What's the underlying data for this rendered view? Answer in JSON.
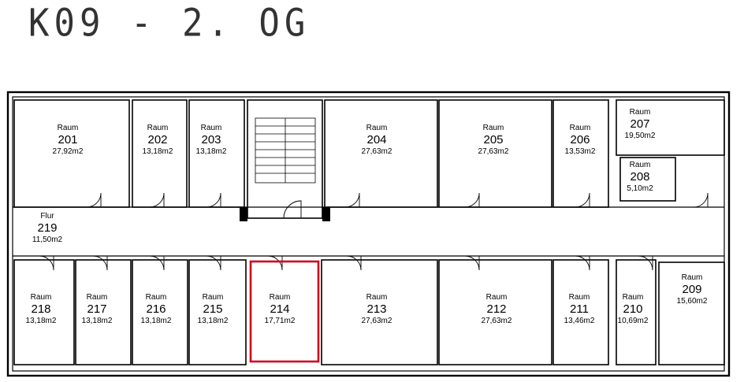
{
  "title": "K09 - 2. OG",
  "selected_room": "214",
  "highlight_color": "#d0021b",
  "rooms": [
    {
      "id": "201",
      "label": "Raum",
      "number": "201",
      "area": "27,92m2"
    },
    {
      "id": "202",
      "label": "Raum",
      "number": "202",
      "area": "13,18m2"
    },
    {
      "id": "203",
      "label": "Raum",
      "number": "203",
      "area": "13,18m2"
    },
    {
      "id": "204",
      "label": "Raum",
      "number": "204",
      "area": "27,63m2"
    },
    {
      "id": "205",
      "label": "Raum",
      "number": "205",
      "area": "27,63m2"
    },
    {
      "id": "206",
      "label": "Raum",
      "number": "206",
      "area": "13,53m2"
    },
    {
      "id": "207",
      "label": "Raum",
      "number": "207",
      "area": "19,50m2"
    },
    {
      "id": "208",
      "label": "Raum",
      "number": "208",
      "area": "5,10m2"
    },
    {
      "id": "219",
      "label": "Flur",
      "number": "219",
      "area": "11,50m2"
    },
    {
      "id": "218",
      "label": "Raum",
      "number": "218",
      "area": "13,18m2"
    },
    {
      "id": "217",
      "label": "Raum",
      "number": "217",
      "area": "13,18m2"
    },
    {
      "id": "216",
      "label": "Raum",
      "number": "216",
      "area": "13,18m2"
    },
    {
      "id": "215",
      "label": "Raum",
      "number": "215",
      "area": "13,18m2"
    },
    {
      "id": "214",
      "label": "Raum",
      "number": "214",
      "area": "17,71m2"
    },
    {
      "id": "213",
      "label": "Raum",
      "number": "213",
      "area": "27,63m2"
    },
    {
      "id": "212",
      "label": "Raum",
      "number": "212",
      "area": "27,63m2"
    },
    {
      "id": "211",
      "label": "Raum",
      "number": "211",
      "area": "13,46m2"
    },
    {
      "id": "210",
      "label": "Raum",
      "number": "210",
      "area": "10,69m2"
    },
    {
      "id": "209",
      "label": "Raum",
      "number": "209",
      "area": "15,60m2"
    }
  ]
}
